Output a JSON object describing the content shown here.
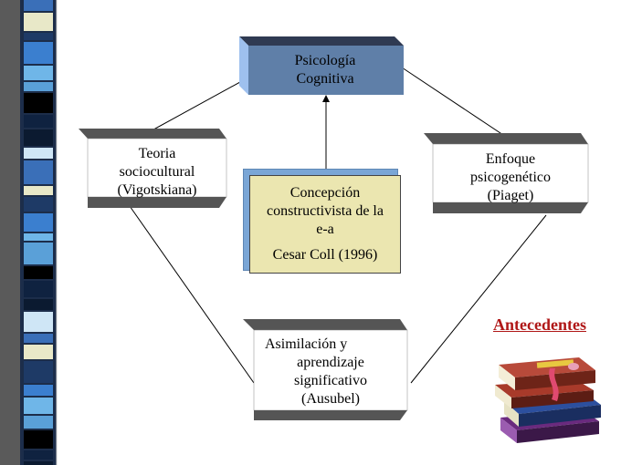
{
  "diagram": {
    "top_box": {
      "lines": [
        "Psicología",
        "Cognitiva"
      ]
    },
    "left_box": {
      "lines": [
        "Teoria",
        "sociocultural",
        "(Vigotskiana)"
      ]
    },
    "right_box": {
      "lines": [
        "Enfoque",
        "psicogenético",
        "(Piaget)"
      ]
    },
    "center_box": {
      "title_lines": [
        "Concepción",
        "constructivista de la",
        "e-a"
      ],
      "author": "Cesar Coll (1996)"
    },
    "bottom_box": {
      "lines": [
        "Asimilación y",
        "aprendizaje",
        "significativo",
        "(Ausubel)"
      ]
    },
    "antecedentes_label": "Antecedentes"
  },
  "colors": {
    "top_box_face": "#5f7fa8",
    "top_box_edge": "#2f3a52",
    "top_box_side": "#9ec0ee",
    "center_face": "#ebe6b0",
    "center_shadow": "#7aa6d6",
    "box_bar": "#555555",
    "antecedentes": "#b01818"
  },
  "icons": {
    "stripe": "decorative-stripe-border",
    "books": "book-stack-icon"
  }
}
